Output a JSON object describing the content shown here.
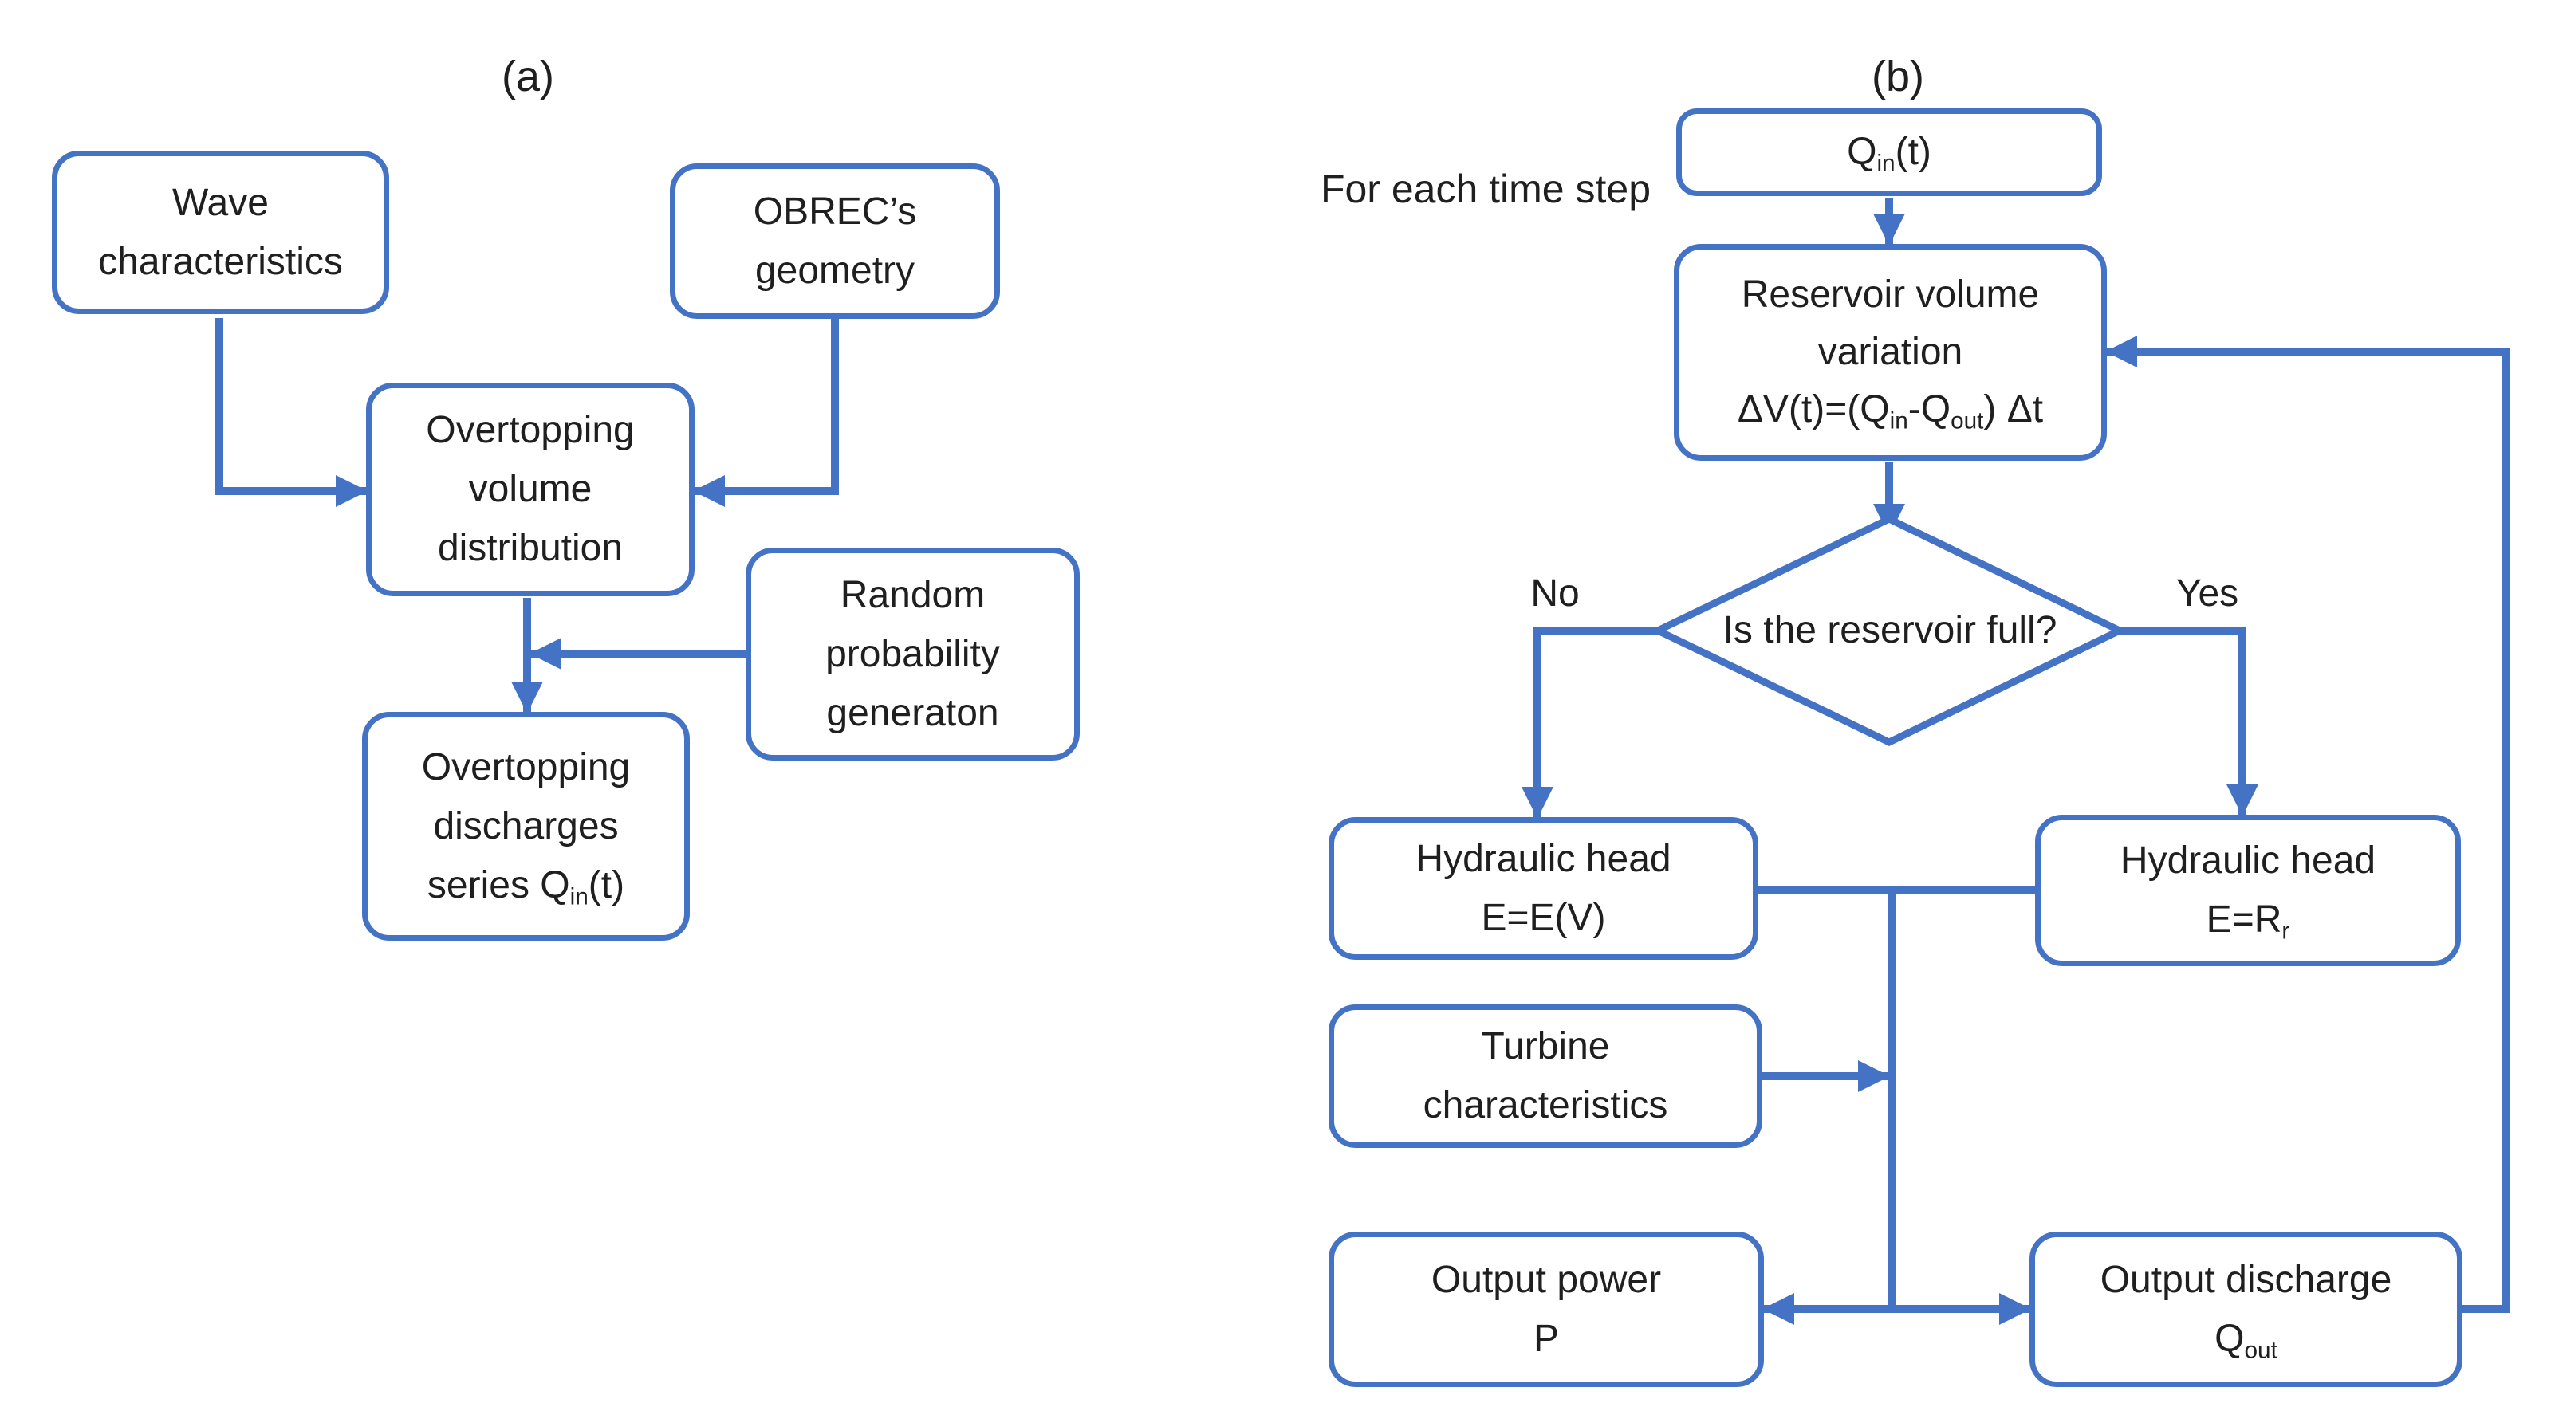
{
  "colors": {
    "line": "#4472C4",
    "text": "#1f1f1f",
    "background": "#ffffff"
  },
  "panel_a": {
    "label": "(a)",
    "wave_box": {
      "lines": [
        "Wave",
        "characteristics"
      ]
    },
    "obrec_box": {
      "lines": [
        "OBREC’s",
        "geometry"
      ]
    },
    "distribution_box": {
      "lines": [
        "Overtopping",
        "volume",
        "distribution"
      ]
    },
    "random_box": {
      "lines": [
        "Random",
        "probability",
        "generaton"
      ]
    },
    "discharges_box": {
      "lines": [
        "Overtopping",
        "discharges",
        "series Q_{in}(t)"
      ]
    }
  },
  "panel_b": {
    "label": "(b)",
    "loop_caption": "For each time step",
    "qin_box": {
      "lines": [
        "Q_{in}(t)"
      ]
    },
    "reservoir_box": {
      "lines": [
        "Reservoir volume",
        "variation",
        "ΔV(t)=(Q_{in}-Q_{out}) Δt"
      ]
    },
    "decision": {
      "text": "Is the reservoir full?",
      "no_label": "No",
      "yes_label": "Yes"
    },
    "hydraulic_head_no_box": {
      "lines": [
        "Hydraulic head",
        "E=E(V)"
      ]
    },
    "hydraulic_head_yes_box": {
      "lines": [
        "Hydraulic head",
        "E=R_{r}"
      ]
    },
    "turbine_box": {
      "lines": [
        "Turbine",
        "characteristics"
      ]
    },
    "output_power_box": {
      "lines": [
        "Output power",
        "P"
      ]
    },
    "output_discharge_box": {
      "lines": [
        "Output discharge",
        "Q_{out}"
      ]
    }
  }
}
